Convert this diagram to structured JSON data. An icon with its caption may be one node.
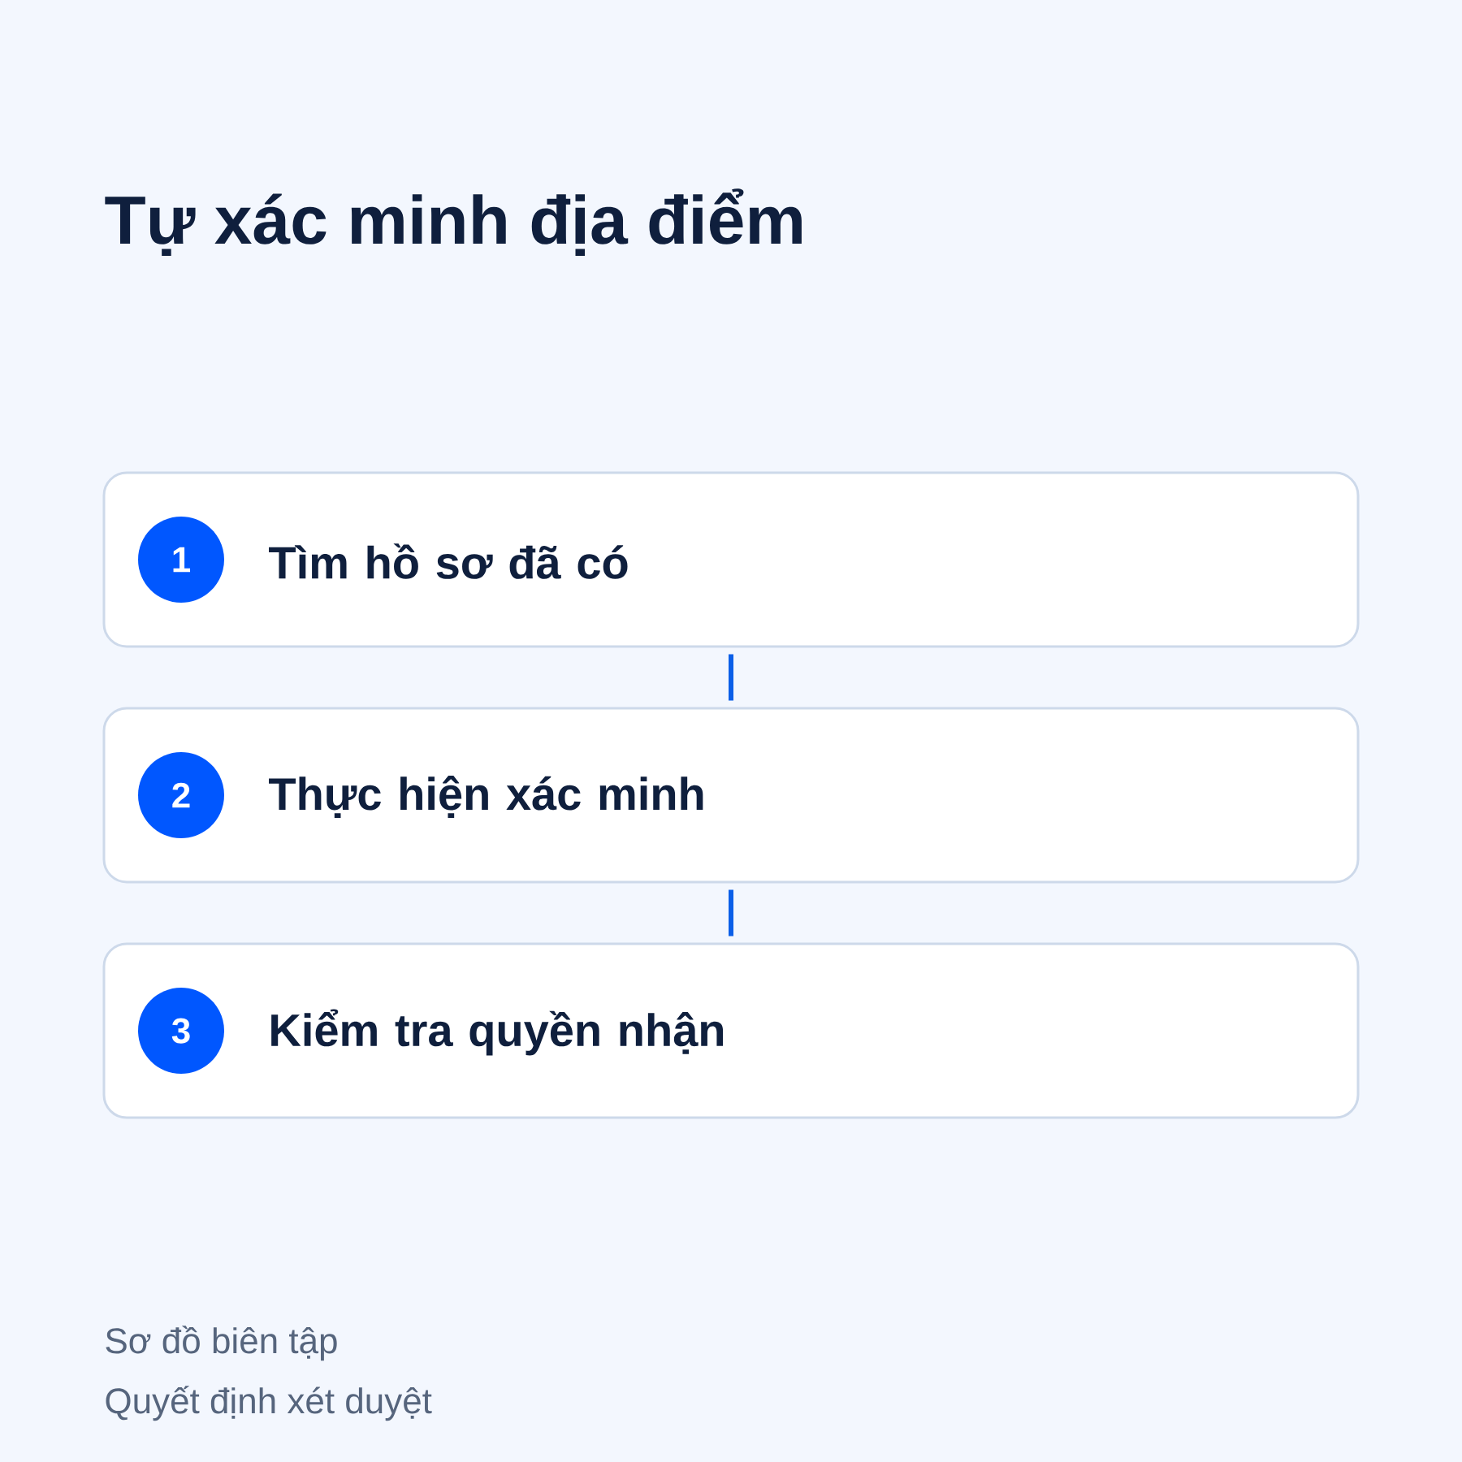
{
  "diagram": {
    "title": "Tự xác minh địa điểm",
    "nodes": [
      {
        "text": [
          "Tìm hồ sơ đã có"
        ]
      },
      {
        "text": [
          "1"
        ],
        "in": 0
      },
      {
        "text": [
          "Thực hiện xác minh"
        ]
      },
      {
        "text": [
          "2"
        ],
        "in": 2
      },
      {
        "text": [
          "Kiểm tra quyền nhận"
        ]
      },
      {
        "text": [
          "3"
        ],
        "in": 4
      }
    ],
    "edges": [
      {
        "from": 0,
        "to": 2,
        "arrow": "none"
      },
      {
        "from": 2,
        "to": 4,
        "arrow": "none"
      }
    ],
    "labels": [
      "Sơ đồ biên tập",
      "Quyết định xét duyệt"
    ]
  }
}
